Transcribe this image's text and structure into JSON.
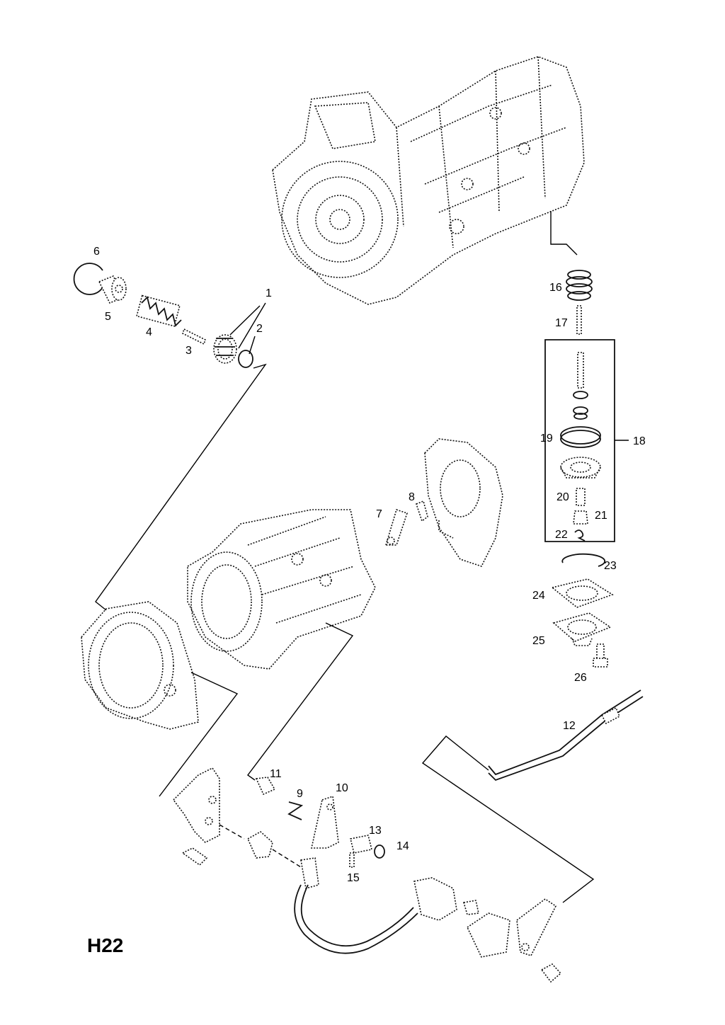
{
  "diagram": {
    "page_code": "H22",
    "part_labels": [
      "1",
      "2",
      "3",
      "4",
      "5",
      "6",
      "7",
      "8",
      "9",
      "10",
      "11",
      "12",
      "13",
      "14",
      "15",
      "16",
      "17",
      "18",
      "19",
      "20",
      "21",
      "22",
      "23",
      "24",
      "25",
      "26"
    ]
  }
}
